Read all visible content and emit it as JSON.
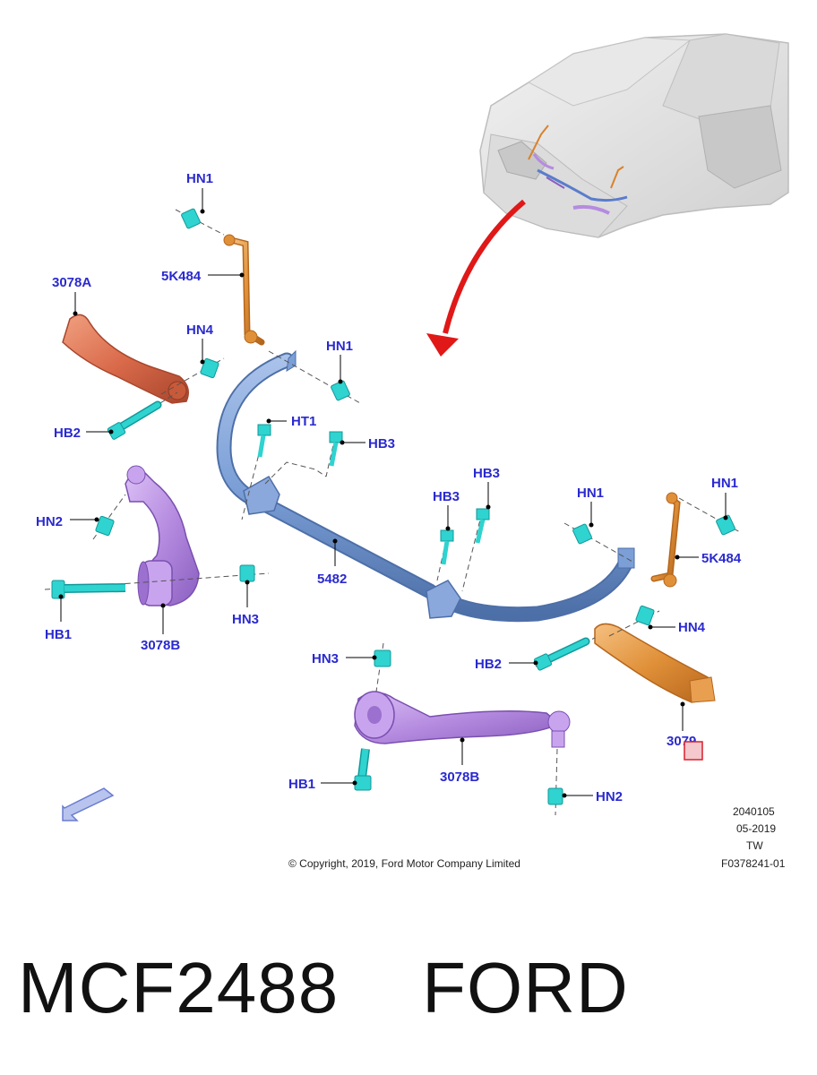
{
  "callouts": {
    "hn1_top": "HN1",
    "k484_left": "5K484",
    "a3078": "3078A",
    "hn4_left": "HN4",
    "hn1_mid": "HN1",
    "hb2_left": "HB2",
    "ht1": "HT1",
    "hb3_left": "HB3",
    "hn2_left": "HN2",
    "hb3_mid": "HB3",
    "hb3_right": "HB3",
    "hn1_right_a": "HN1",
    "hn1_right_b": "HN1",
    "k484_right": "5K484",
    "bar5482": "5482",
    "hb1_left": "HB1",
    "b3078_left": "3078B",
    "hn3_left": "HN3",
    "hn4_right": "HN4",
    "hn3_mid": "HN3",
    "hb2_right": "HB2",
    "c3079": "3079",
    "hb1_bottom": "HB1",
    "b3078_bottom": "3078B",
    "hn2_bottom": "HN2"
  },
  "meta": {
    "code": "2040105",
    "date": "05-2019",
    "initials": "TW",
    "figure": "F0378241-01",
    "copyright": "© Copyright, 2019, Ford Motor Company Limited"
  },
  "part_title": "MCF2488    FORD",
  "colors": {
    "label_blue": "#2a2ad0",
    "bar_blue": "#7b9fd6",
    "link_orange": "#d9822b",
    "arm_red": "#d96a4a",
    "arm_purple": "#b58be0",
    "fastener_cyan": "#2fd3cf",
    "arrow_red": "#e01818"
  }
}
